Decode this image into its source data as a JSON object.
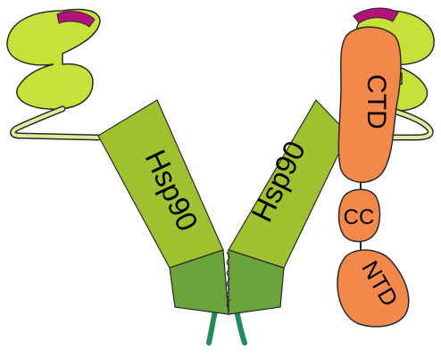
{
  "diagram": {
    "left_monomer": {
      "label": "Hsp90"
    },
    "right_monomer": {
      "label": "Hsp90"
    },
    "cochaperone": {
      "domains": [
        {
          "key": "ctd",
          "label": "CTD"
        },
        {
          "key": "cc",
          "label": "CC"
        },
        {
          "key": "ntd",
          "label": "NTD"
        }
      ]
    },
    "colors": {
      "hsp90_middle": "#9fc12f",
      "hsp90_ntd": "#c8e03a",
      "hsp90_cterm_dimer": "#6aa43a",
      "linker": "#d7ee9a",
      "lid_magenta": "#b3127a",
      "tail_green": "#1f8c5a",
      "cochaperone_orange": "#f2884a",
      "outline": "#2a2a2a"
    }
  }
}
